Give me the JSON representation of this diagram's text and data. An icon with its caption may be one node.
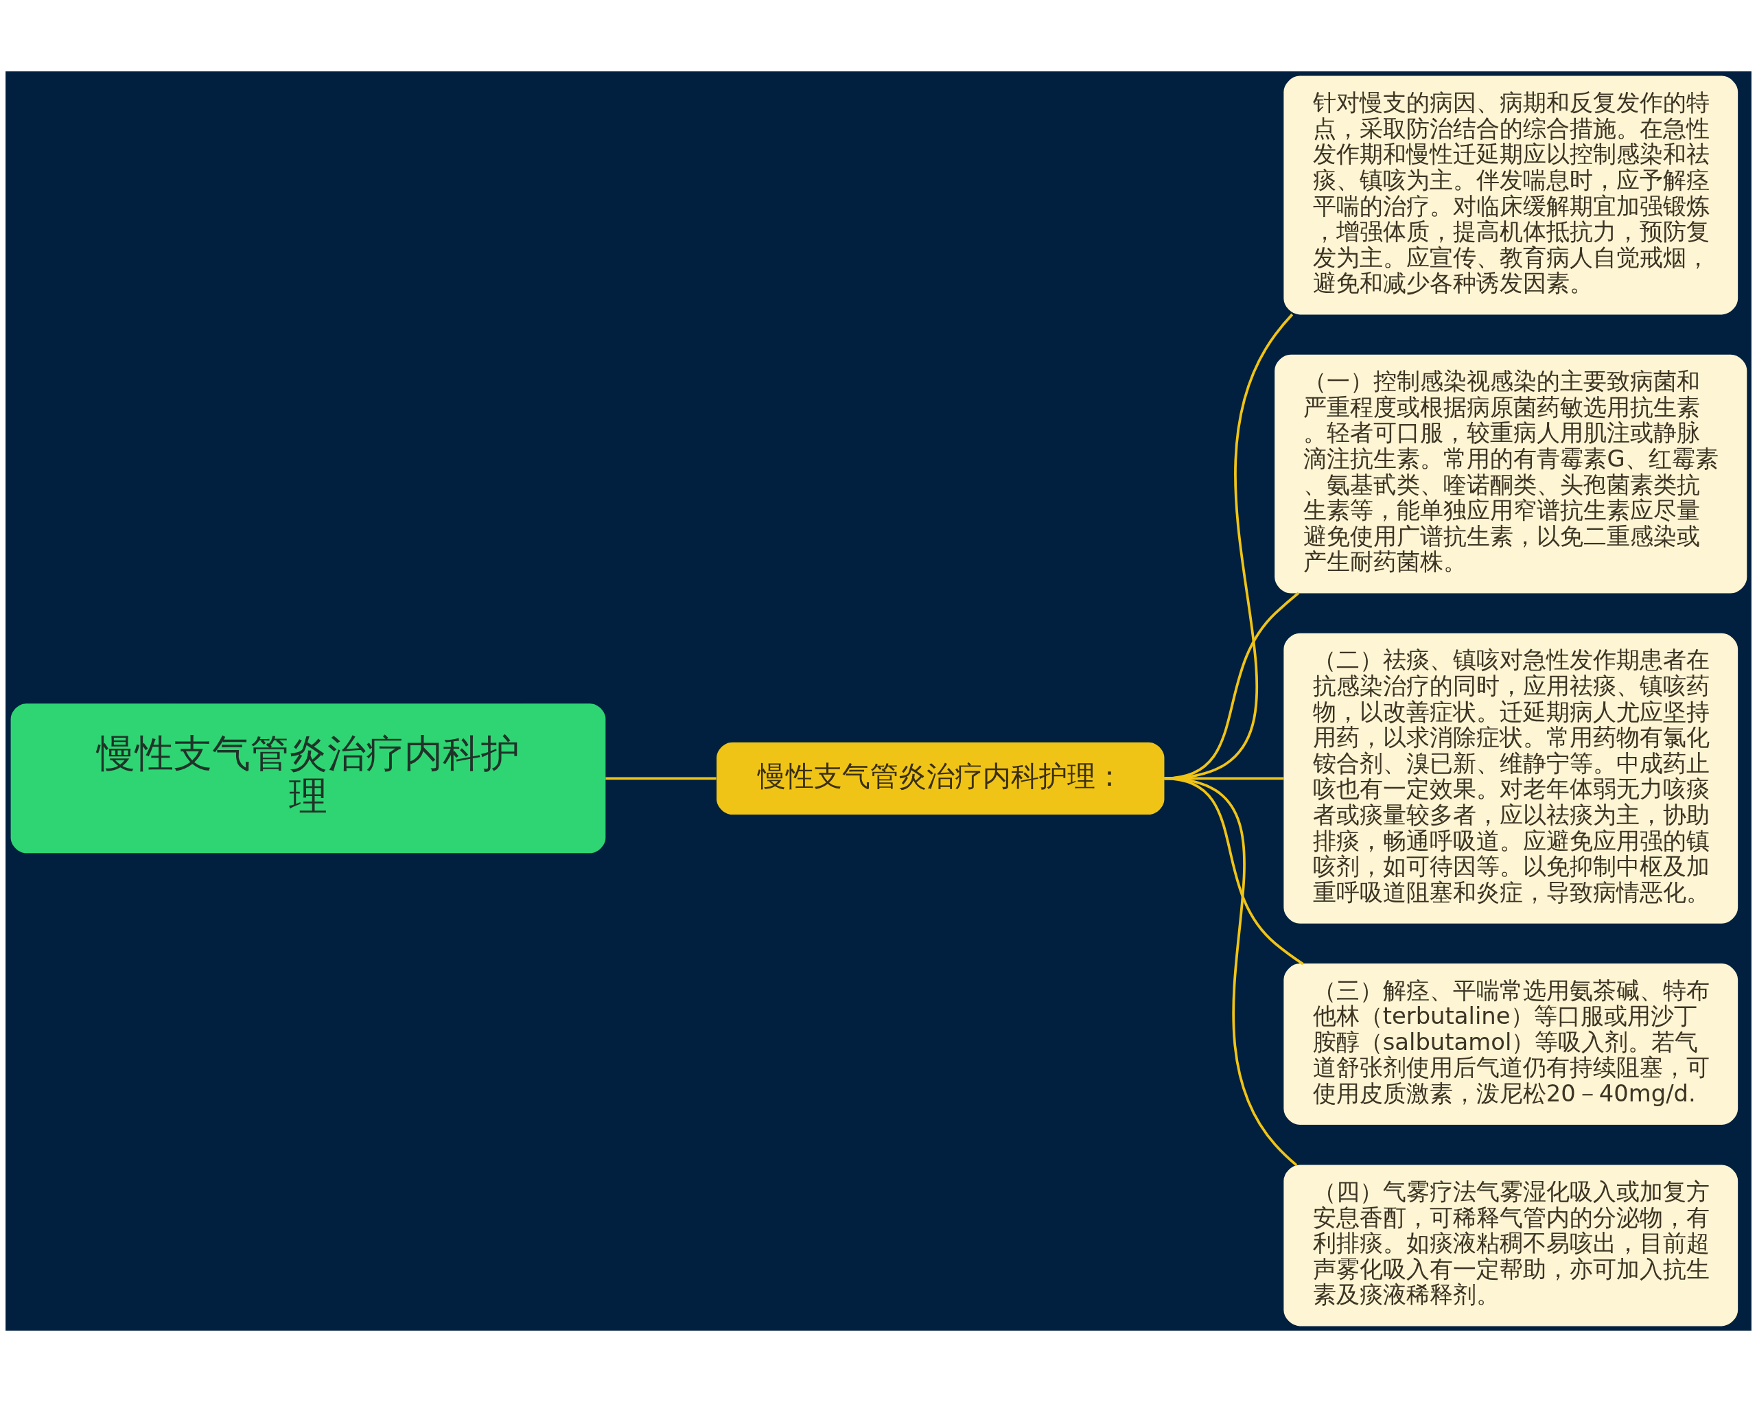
{
  "diagram": {
    "nodes": [
      {
        "text": [
          "慢性支气管炎治疗内科护理"
        ]
      },
      {
        "text": [
          "慢性支气管炎治疗内科护理："
        ]
      },
      {
        "text": [
          "针对慢支的病因、病期和反复发作的特点，采取防治结合的综合措施。在急性发作期和慢性迁延期应以控制感染和祛痰、镇咳为主。伴发喘息时，应予解痉平喘的治疗。对临床缓解期宜加强锻炼，增强体质，提高机体抵抗力，预防复发为主。应宣传、教育病人自觉戒烟，避免和减少各种诱发因素。"
        ]
      },
      {
        "text": [
          "（一）控制感染视感染的主要致病菌和严重程度或根据病原菌药敏选用抗生素。轻者可口服，较重病人用肌注或静脉滴注抗生素。常用的有青霉素G、红霉素、氨基甙类、喹诺酮类、头孢菌素类抗生素等，能单独应用窄谱抗生素应尽量避免使用广谱抗生素，以免二重感染或产生耐药菌株。"
        ]
      },
      {
        "text": [
          "（二）祛痰、镇咳对急性发作期患者在抗感染治疗的同时，应用祛痰、镇咳药物，以改善症状。迁延期病人尤应坚持用药，以求消除症状。常用药物有氯化铵合剂、溴已新、维静宁等。中成药止咳也有一定效果。对老年体弱无力咳痰者或痰量较多者，应以祛痰为主，协助排痰，畅通呼吸道。应避免应用强的镇咳剂，如可待因等。以免抑制中枢及加重呼吸道阻塞和炎症，导致病情恶化。"
        ]
      },
      {
        "text": [
          "（三）解痉、平喘常选用氨茶碱、特布他林（terbutaline）等口服或用沙丁胺醇（salbutamol）等吸入剂。若气道舒张剂使用后气道仍有持续阻塞，可使用皮质激素，泼尼松20－40mg/d."
        ]
      },
      {
        "text": [
          "（四）气雾疗法气雾湿化吸入或加复方安息香酊，可稀释气管内的分泌物，有利排痰。如痰液粘稠不易咳出，目前超声雾化吸入有一定帮助，亦可加入抗生素及痰液稀释剂。"
        ]
      }
    ],
    "edges": [
      {
        "from": 0,
        "to": 1,
        "arrow": "none"
      },
      {
        "from": 1,
        "to": 2,
        "arrow": "none"
      },
      {
        "from": 1,
        "to": 3,
        "arrow": "none"
      },
      {
        "from": 1,
        "to": 4,
        "arrow": "none"
      },
      {
        "from": 1,
        "to": 5,
        "arrow": "none"
      },
      {
        "from": 1,
        "to": 6,
        "arrow": "none"
      }
    ]
  }
}
